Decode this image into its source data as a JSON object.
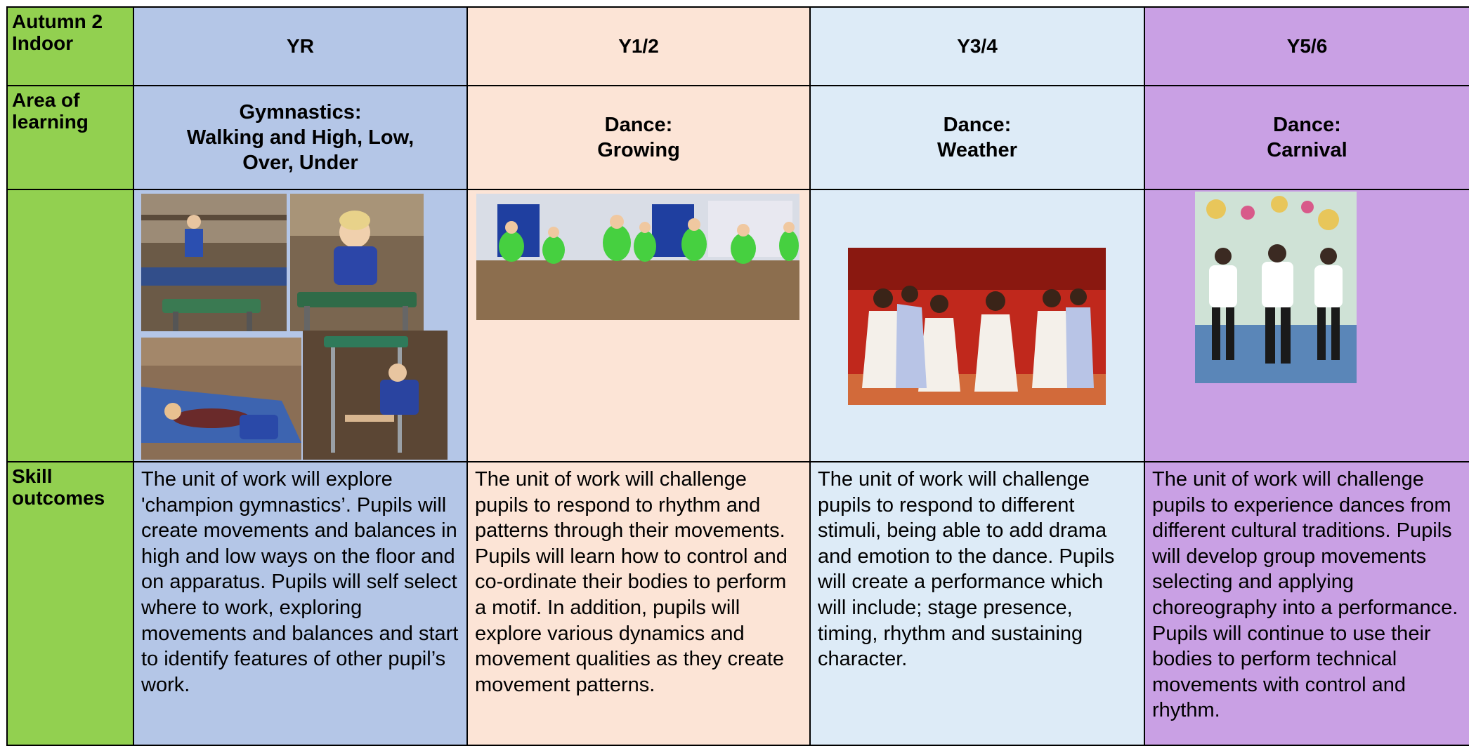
{
  "corner": {
    "line1": "Autumn 2",
    "line2": "Indoor"
  },
  "columns": [
    {
      "year": "YR",
      "area_line1": "Gymnastics:",
      "area_line2": "Walking and High, Low,",
      "area_line3": "Over, Under",
      "skill": "The unit of work will explore 'champion gymnastics’. Pupils will create movements and balances in high and low ways on the floor and on apparatus. Pupils will self select where to work, exploring movements and balances and start to identify features of other pupil’s work."
    },
    {
      "year": "Y1/2",
      "area_line1": "Dance:",
      "area_line2": "Growing",
      "skill": "The unit of work will challenge pupils to respond to rhythm and patterns through their movements. Pupils will learn how to control and co-ordinate their bodies to perform a motif. In addition, pupils will explore various dynamics and movement qualities as they create movement patterns."
    },
    {
      "year": "Y3/4",
      "area_line1": "Dance:",
      "area_line2": "Weather",
      "skill": "The unit of work will challenge pupils to respond to different stimuli, being able to add drama and emotion to the dance. Pupils will create a performance which will include; stage presence, timing, rhythm and sustaining character."
    },
    {
      "year": "Y5/6",
      "area_line1": "Dance:",
      "area_line2": "Carnival",
      "skill": "The unit of work will challenge pupils to experience dances from different cultural traditions. Pupils will develop group movements selecting and applying choreography into a performance. Pupils will continue to use their bodies to perform technical movements with control and rhythm."
    }
  ],
  "rows": {
    "area_line1": "Area of",
    "area_line2": "learning",
    "skill_line1": "Skill",
    "skill_line2": "outcomes"
  },
  "colors": {
    "label": "#92d050",
    "yr": "#b4c6e7",
    "y12": "#fce4d6",
    "y34": "#ddebf7",
    "y56": "#c9a0e4"
  }
}
